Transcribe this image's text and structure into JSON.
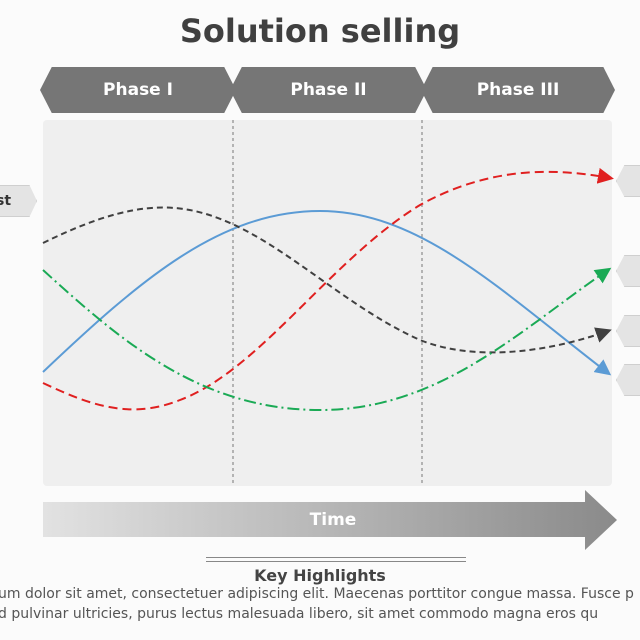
{
  "title": "Solution selling",
  "phases": [
    "Phase I",
    "Phase II",
    "Phase III"
  ],
  "left_tab": "st",
  "time_label": "Time",
  "key_highlights": {
    "heading": "Key Highlights",
    "lines": [
      "um dolor sit amet, consectetuer adipiscing elit. Maecenas porttitor congue massa. Fusce p",
      "d  pulvinar ultricies, purus  lectus  malesuada  libero, sit  amet  commodo  magna eros qu"
    ]
  },
  "colors": {
    "blue": "#5b9bd5",
    "red": "#e02020",
    "green": "#1aaa55",
    "black": "#404040",
    "chevron": "#767676"
  }
}
